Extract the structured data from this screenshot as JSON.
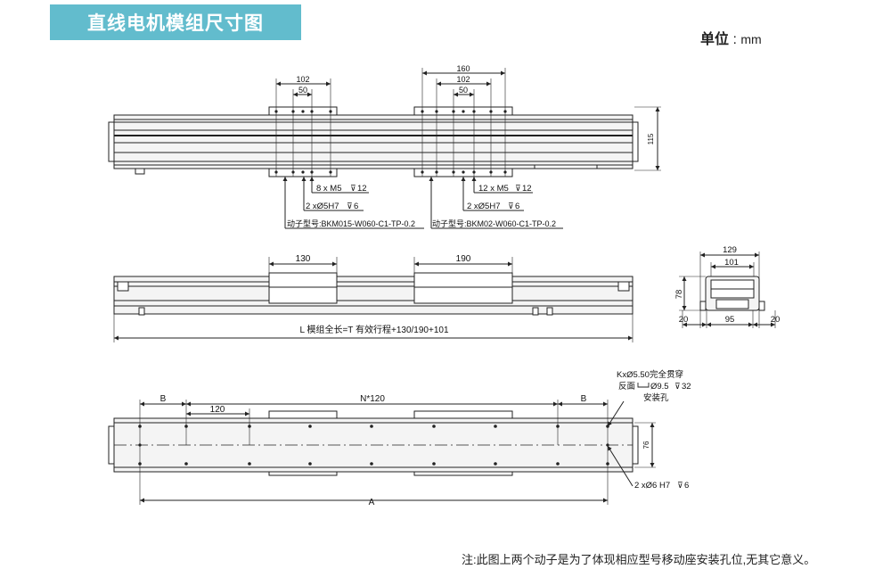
{
  "header": {
    "title": "直线电机模组尺寸图"
  },
  "unit": {
    "label": "单位",
    "separator": ":",
    "value": "mm"
  },
  "top_view": {
    "dims": {
      "left_102": "102",
      "left_50": "50",
      "right_160": "160",
      "right_102": "102",
      "right_50": "50",
      "height_115": "115"
    },
    "callouts": {
      "left_thread": "8 x M5",
      "left_thread_depth": "12",
      "left_pin": "2 xØ5H7",
      "left_pin_depth": "6",
      "left_model": "动子型号:BKM015-W060-C1-TP-0.2",
      "right_thread": "12 x M5",
      "right_thread_depth": "12",
      "right_pin": "2 xØ5H7",
      "right_pin_depth": "6",
      "right_model": "动子型号:BKM02-W060-C1-TP-0.2"
    }
  },
  "side_view": {
    "dims": {
      "left_130": "130",
      "right_190": "190"
    },
    "length_label": "L 模组全长=T 有效行程+130/190+101"
  },
  "end_view": {
    "dims": {
      "w_129": "129",
      "w_101": "101",
      "h_78": "78",
      "left_20": "20",
      "mid_95": "95",
      "right_20": "20"
    }
  },
  "bottom_view": {
    "dims": {
      "b_left": "B",
      "n120": "N*120",
      "pitch_120": "120",
      "b_right": "B",
      "h_76": "76",
      "a": "A"
    },
    "hole_note": {
      "line1": "KxØ5.50完全贯穿",
      "line2": "反面",
      "line2_cb": "Ø9.5",
      "line2_depth": "32",
      "line3": "安装孔"
    },
    "pin_note": "2 xØ6 H7",
    "pin_note_depth": "6"
  },
  "footnote": "注:此图上两个动子是为了体现相应型号移动座安装孔位,无其它意义。"
}
